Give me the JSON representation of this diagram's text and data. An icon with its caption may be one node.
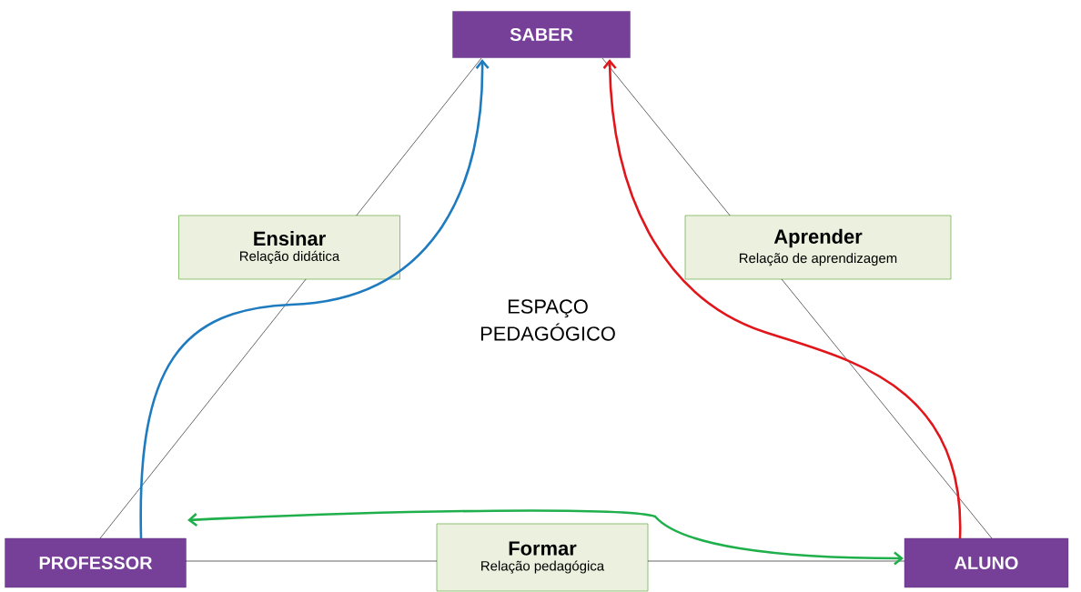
{
  "diagram": {
    "nodes": [
      {
        "text": [
          "SABER"
        ]
      },
      {
        "text": [
          "PROFESSOR"
        ]
      },
      {
        "text": [
          "ALUNO"
        ]
      },
      {
        "text": [
          "Ensinar",
          "Relação didática"
        ]
      },
      {
        "text": [
          "Aprender",
          "Relação de aprendizagem"
        ]
      },
      {
        "text": [
          "Formar",
          "Relação pedagógica"
        ]
      }
    ],
    "edges": [
      {
        "from": 0,
        "to": 3,
        "arrow": "none"
      },
      {
        "from": 3,
        "to": 1,
        "arrow": "none"
      },
      {
        "from": 0,
        "to": 4,
        "arrow": "none"
      },
      {
        "from": 4,
        "to": 2,
        "arrow": "none"
      },
      {
        "from": 1,
        "to": 5,
        "arrow": "none"
      },
      {
        "from": 5,
        "to": 2,
        "arrow": "none"
      },
      {
        "from": 1,
        "to": 0,
        "arrow": "to",
        "style": "thick",
        "color": "#1f7bbf"
      },
      {
        "from": 2,
        "to": 0,
        "arrow": "to",
        "style": "thick",
        "color": "#e0161b"
      },
      {
        "from": 1,
        "to": 2,
        "arrow": "both",
        "style": "thick",
        "color": "#1fb04c"
      }
    ],
    "labels": [
      "ESPAÇO PEDAGÓGICO"
    ]
  }
}
